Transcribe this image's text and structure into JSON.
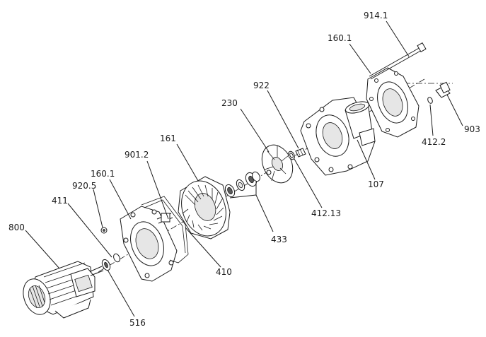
{
  "diagram": {
    "part_labels": {
      "p914_1": "914.1",
      "p160_1_top": "160.1",
      "p922": "922",
      "p230": "230",
      "p903": "903",
      "p412_2": "412.2",
      "p161": "161",
      "p107": "107",
      "p901_2": "901.2",
      "p160_1_left": "160.1",
      "p920_5": "920.5",
      "p411": "411",
      "p412_13": "412.13",
      "p800": "800",
      "p433": "433",
      "p410": "410",
      "p516": "516"
    }
  }
}
